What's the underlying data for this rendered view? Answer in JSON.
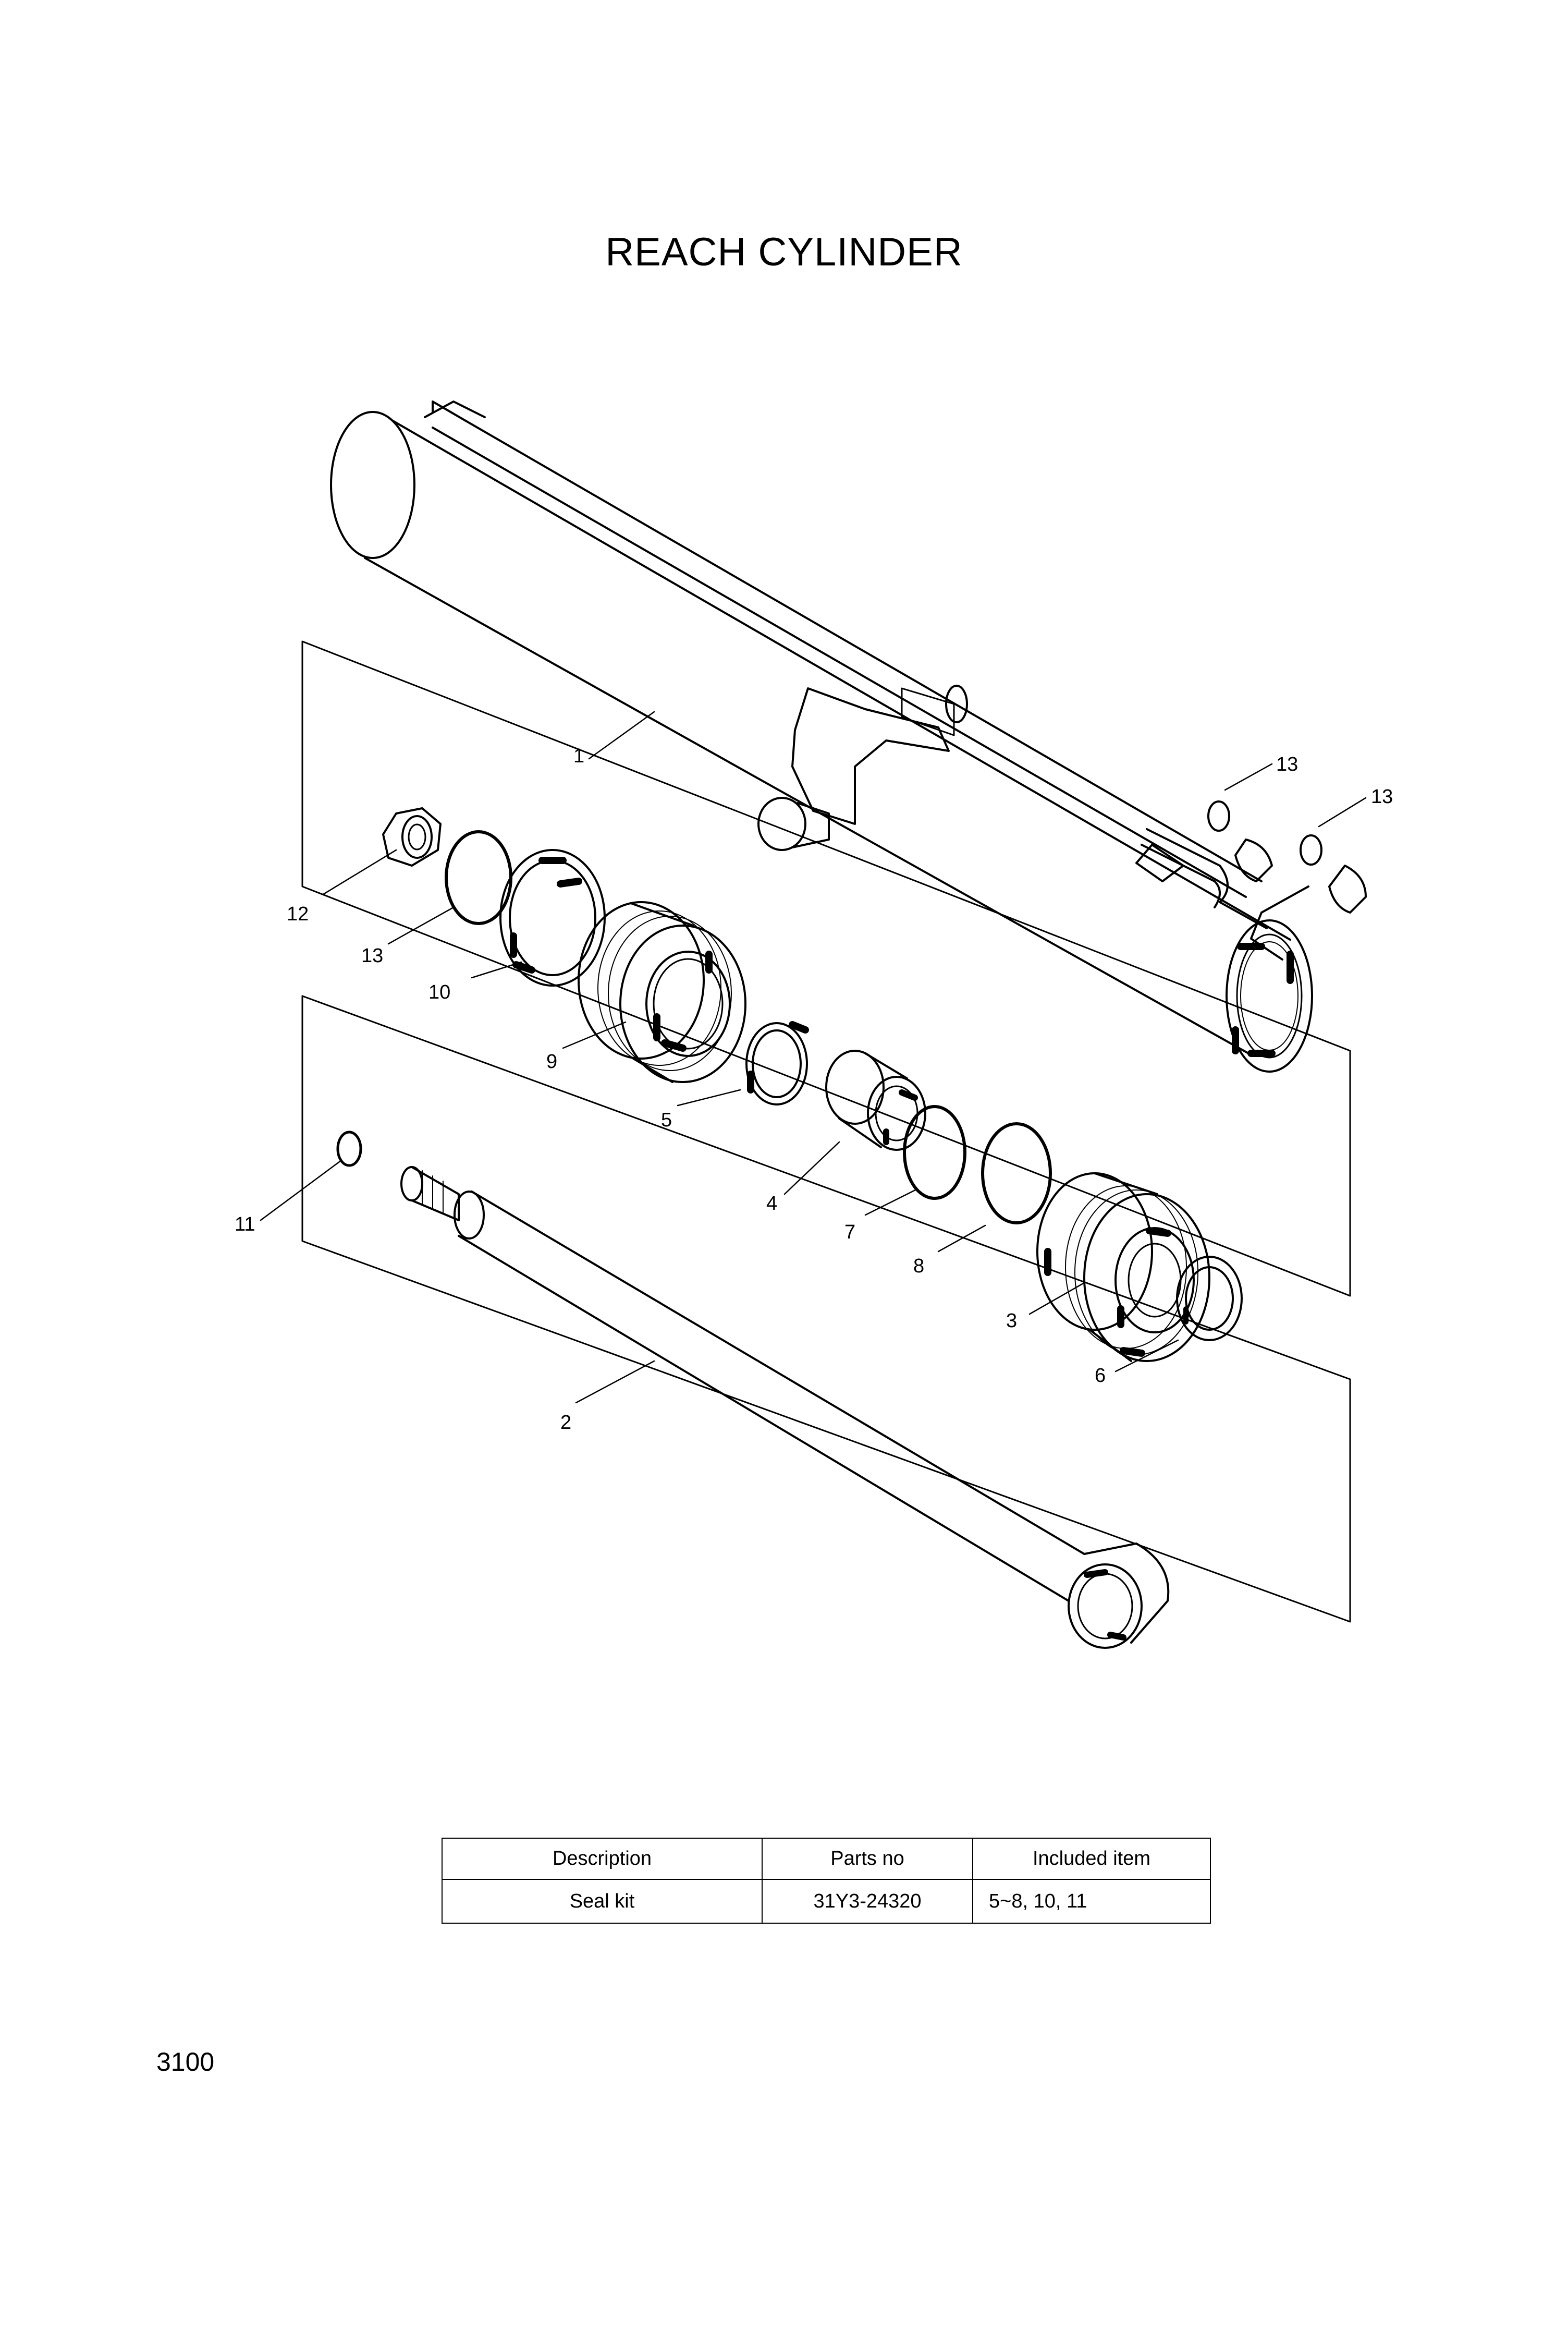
{
  "title": "REACH CYLINDER",
  "page_number": "3100",
  "callouts": {
    "c1": "1",
    "c2": "2",
    "c3": "3",
    "c4": "4",
    "c5": "5",
    "c6": "6",
    "c7": "7",
    "c8": "8",
    "c9": "9",
    "c10": "10",
    "c11": "11",
    "c12": "12",
    "c13a": "13",
    "c13b": "13",
    "c13c": "13"
  },
  "kit_table": {
    "headers": [
      "Description",
      "Parts no",
      "Included item"
    ],
    "rows": [
      {
        "description": "Seal kit",
        "parts_no": "31Y3-24320",
        "included": "5~8, 10, 11"
      }
    ]
  }
}
